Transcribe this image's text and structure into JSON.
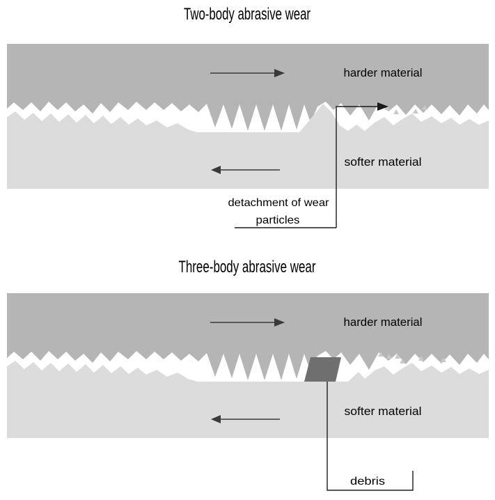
{
  "diagram": {
    "two_body": {
      "title": "Two-body abrasive wear",
      "harder_label": "harder material",
      "softer_label": "softer material",
      "callout_line1": "detachment of wear",
      "callout_line2": "particles"
    },
    "three_body": {
      "title": "Three-body abrasive wear",
      "harder_label": "harder material",
      "softer_label": "softer material",
      "callout_label": "debris"
    }
  },
  "colors": {
    "harder": "#b5b5b5",
    "softer": "#dcdcdc",
    "debris": "#6f6f6f",
    "particle": "#c9c9c9",
    "arrow": "#3a3a3a",
    "line": "#1a1a1a",
    "text": "#000000",
    "background": "#ffffff"
  }
}
